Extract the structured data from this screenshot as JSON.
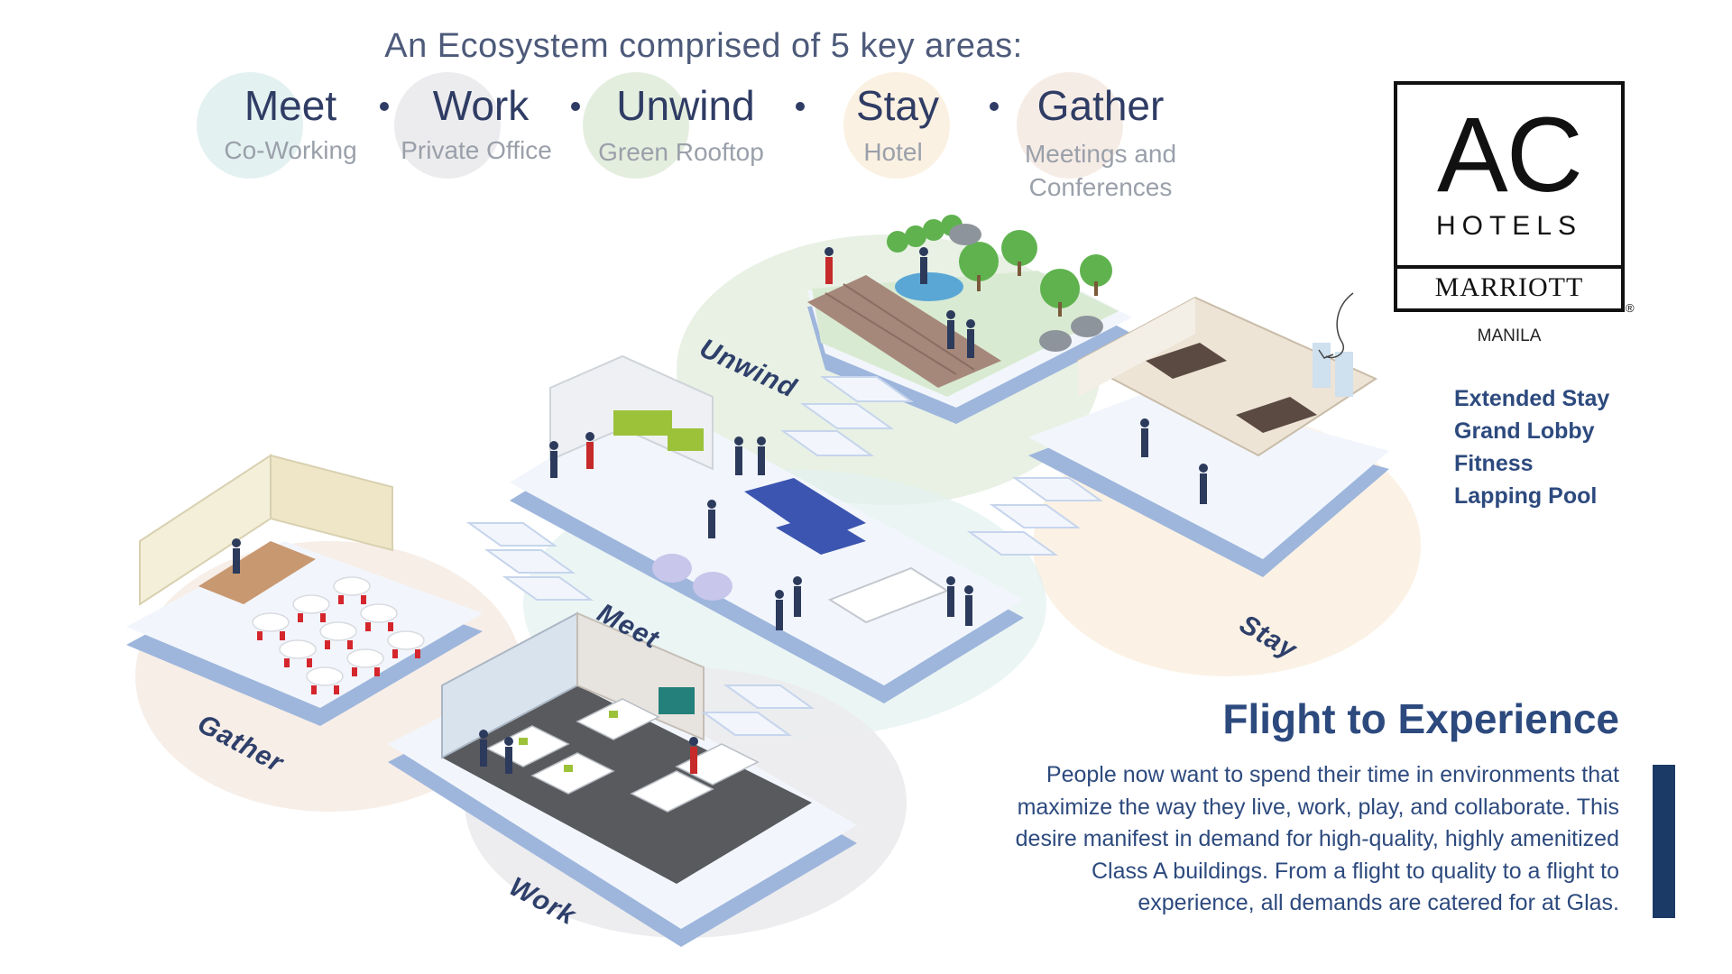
{
  "header": {
    "title": "An Ecosystem comprised of 5 key areas:",
    "areas": [
      {
        "name": "Meet",
        "sub": "Co-Working"
      },
      {
        "name": "Work",
        "sub": "Private Office"
      },
      {
        "name": "Unwind",
        "sub": "Green Rooftop"
      },
      {
        "name": "Stay",
        "sub": "Hotel"
      },
      {
        "name": "Gather",
        "sub_line1": "Meetings and",
        "sub_line2": "Conferences"
      }
    ]
  },
  "logo": {
    "brand": "AC",
    "hotels": "HOTELS",
    "marriott": "MARRIOTT",
    "registered": "®",
    "city": "MANILA"
  },
  "stay_features": [
    "Extended Stay",
    "Grand Lobby",
    "Fitness",
    "Lapping Pool"
  ],
  "zones": {
    "unwind": "Unwind",
    "meet": "Meet",
    "stay": "Stay",
    "gather": "Gather",
    "work": "Work"
  },
  "flight": {
    "title": "Flight to Experience",
    "lines": [
      "People now want to spend their time in environments that",
      "maximize the way they live, work, play, and collaborate. This",
      "desire manifest in demand for high-quality, highly amenitized",
      "Class A buildings. From a flight to quality to a flight to",
      "experience, all demands are catered for at Glas."
    ]
  },
  "colors": {
    "meet": "#e3f1f0",
    "work": "#ececee",
    "unwind": "#e4eedf",
    "stay": "#fbf1e2",
    "gather": "#f6ece6",
    "platform": "#9eb6dc",
    "platform_top": "#f2f6fc",
    "accent": "#1c3a66",
    "text_blue": "#2d4a7e"
  }
}
